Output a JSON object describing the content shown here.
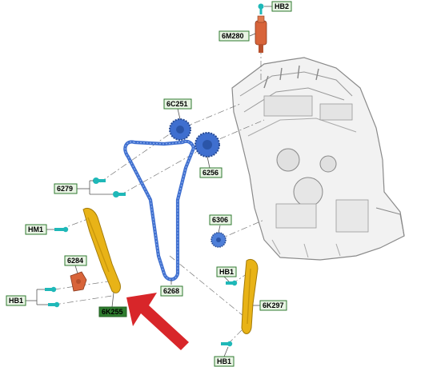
{
  "labels": {
    "hb2": "HB2",
    "m6280": "6M280",
    "c6251": "6C251",
    "p6256": "6256",
    "p6279": "6279",
    "p6306": "6306",
    "hm1": "HM1",
    "p6284": "6284",
    "hb1_left": "HB1",
    "p6268": "6268",
    "k6255": "6K255",
    "hb1_right_top": "HB1",
    "k6297": "6K297",
    "hb1_right_bottom": "HB1"
  },
  "colors": {
    "blue_part": "#3f6fcf",
    "yellow_part": "#e8b317",
    "orange_part": "#d8643a",
    "teal_bolt": "#1fb8b8",
    "arrow": "#d8262a",
    "label_fill": "#e8f4e4",
    "label_border": "#2f7a2f"
  },
  "icons": {
    "engine": "engine-block-icon",
    "pointer": "red-arrow-icon"
  }
}
